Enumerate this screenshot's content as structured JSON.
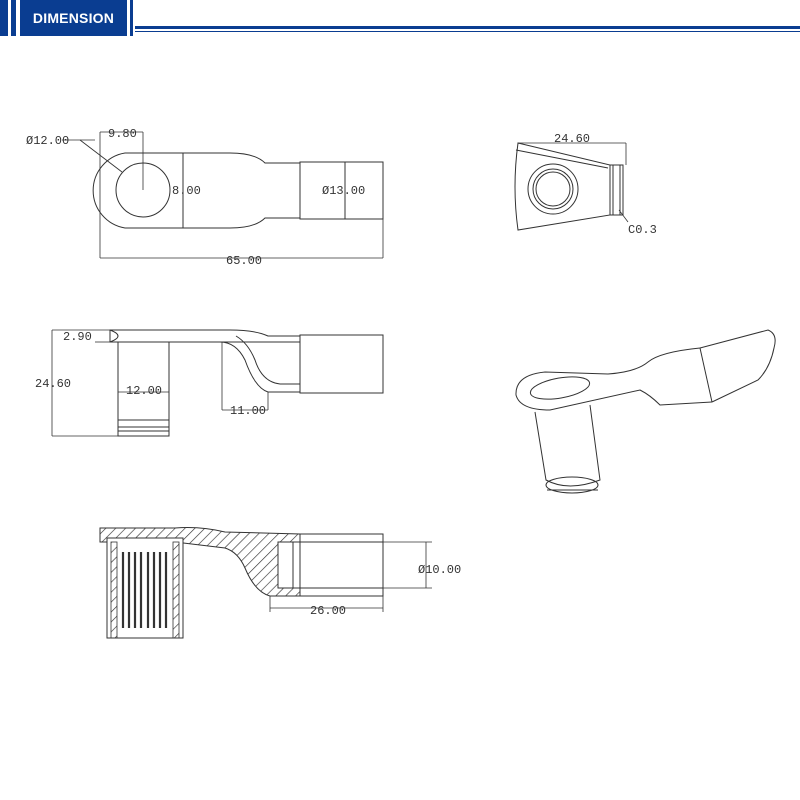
{
  "header": {
    "title": "DIMENSION",
    "brand_color": "#0a3d91"
  },
  "dimensions": {
    "top_view": {
      "ring_diameter": "Ø12.00",
      "offset": "9.80",
      "width": "8.00",
      "barrel_diameter": "Ø13.00",
      "length": "65.00"
    },
    "end_view": {
      "width": "24.60",
      "chamfer": "C0.3"
    },
    "side_view": {
      "thickness": "2.90",
      "height": "24.60",
      "stud_width": "12.00",
      "bend": "11.00"
    },
    "section_view": {
      "inner_diameter": "Ø10.00",
      "barrel_length": "26.00"
    }
  }
}
